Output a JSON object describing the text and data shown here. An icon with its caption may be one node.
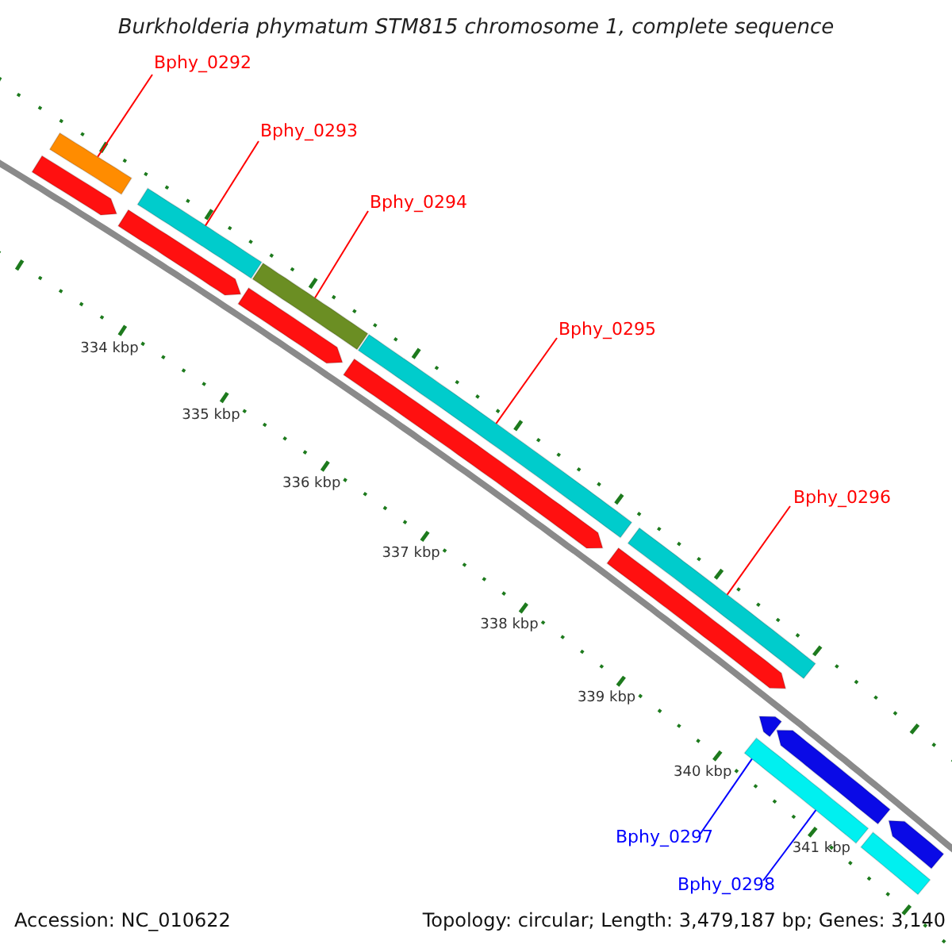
{
  "diagram": {
    "title": "Burkholderia phymatum STM815 chromosome 1, complete sequence",
    "nodes": [
      {
        "text": [
          "Bphy_0292"
        ]
      },
      {
        "text": [
          "Bphy_0293"
        ]
      },
      {
        "text": [
          "Bphy_0294"
        ]
      },
      {
        "text": [
          "Bphy_0295"
        ]
      },
      {
        "text": [
          "Bphy_0296"
        ]
      },
      {
        "text": [
          "Bphy_0297"
        ]
      },
      {
        "text": [
          "Bphy_0298"
        ]
      },
      {
        "text": [],
        "shape": "bar"
      },
      {
        "text": [],
        "shape": "bar"
      },
      {
        "text": [],
        "shape": "bar"
      },
      {
        "text": [],
        "shape": "bar"
      },
      {
        "text": [],
        "shape": "bar"
      },
      {
        "text": [],
        "shape": "bar"
      },
      {
        "text": [],
        "shape": "arrow"
      },
      {
        "text": [],
        "shape": "arrow"
      },
      {
        "text": [],
        "shape": "arrow"
      },
      {
        "text": [],
        "shape": "arrow"
      },
      {
        "text": [],
        "shape": "arrow"
      },
      {
        "text": [],
        "shape": "arrow"
      },
      {
        "text": [],
        "shape": "arrow"
      },
      {
        "text": [],
        "shape": "arrow"
      },
      {
        "text": [],
        "shape": "bar"
      }
    ],
    "edges": [
      {
        "from": 0,
        "to": 7,
        "arrow": "none"
      },
      {
        "from": 1,
        "to": 8,
        "arrow": "none"
      },
      {
        "from": 2,
        "to": 9,
        "arrow": "none"
      },
      {
        "from": 3,
        "to": 10,
        "arrow": "none"
      },
      {
        "from": 4,
        "to": 11,
        "arrow": "none"
      },
      {
        "from": 5,
        "to": 12,
        "arrow": "none",
        "color": "#0000ff"
      },
      {
        "from": 6,
        "to": 12,
        "arrow": "none",
        "color": "#0000ff"
      }
    ],
    "labels": [
      "334 kbp",
      "335 kbp",
      "336 kbp",
      "337 kbp",
      "338 kbp",
      "339 kbp",
      "340 kbp",
      "341 kbp",
      "Accession: NC_010622",
      "Topology: circular; Length: 3,479,187 bp; Genes: 3,140"
    ]
  }
}
